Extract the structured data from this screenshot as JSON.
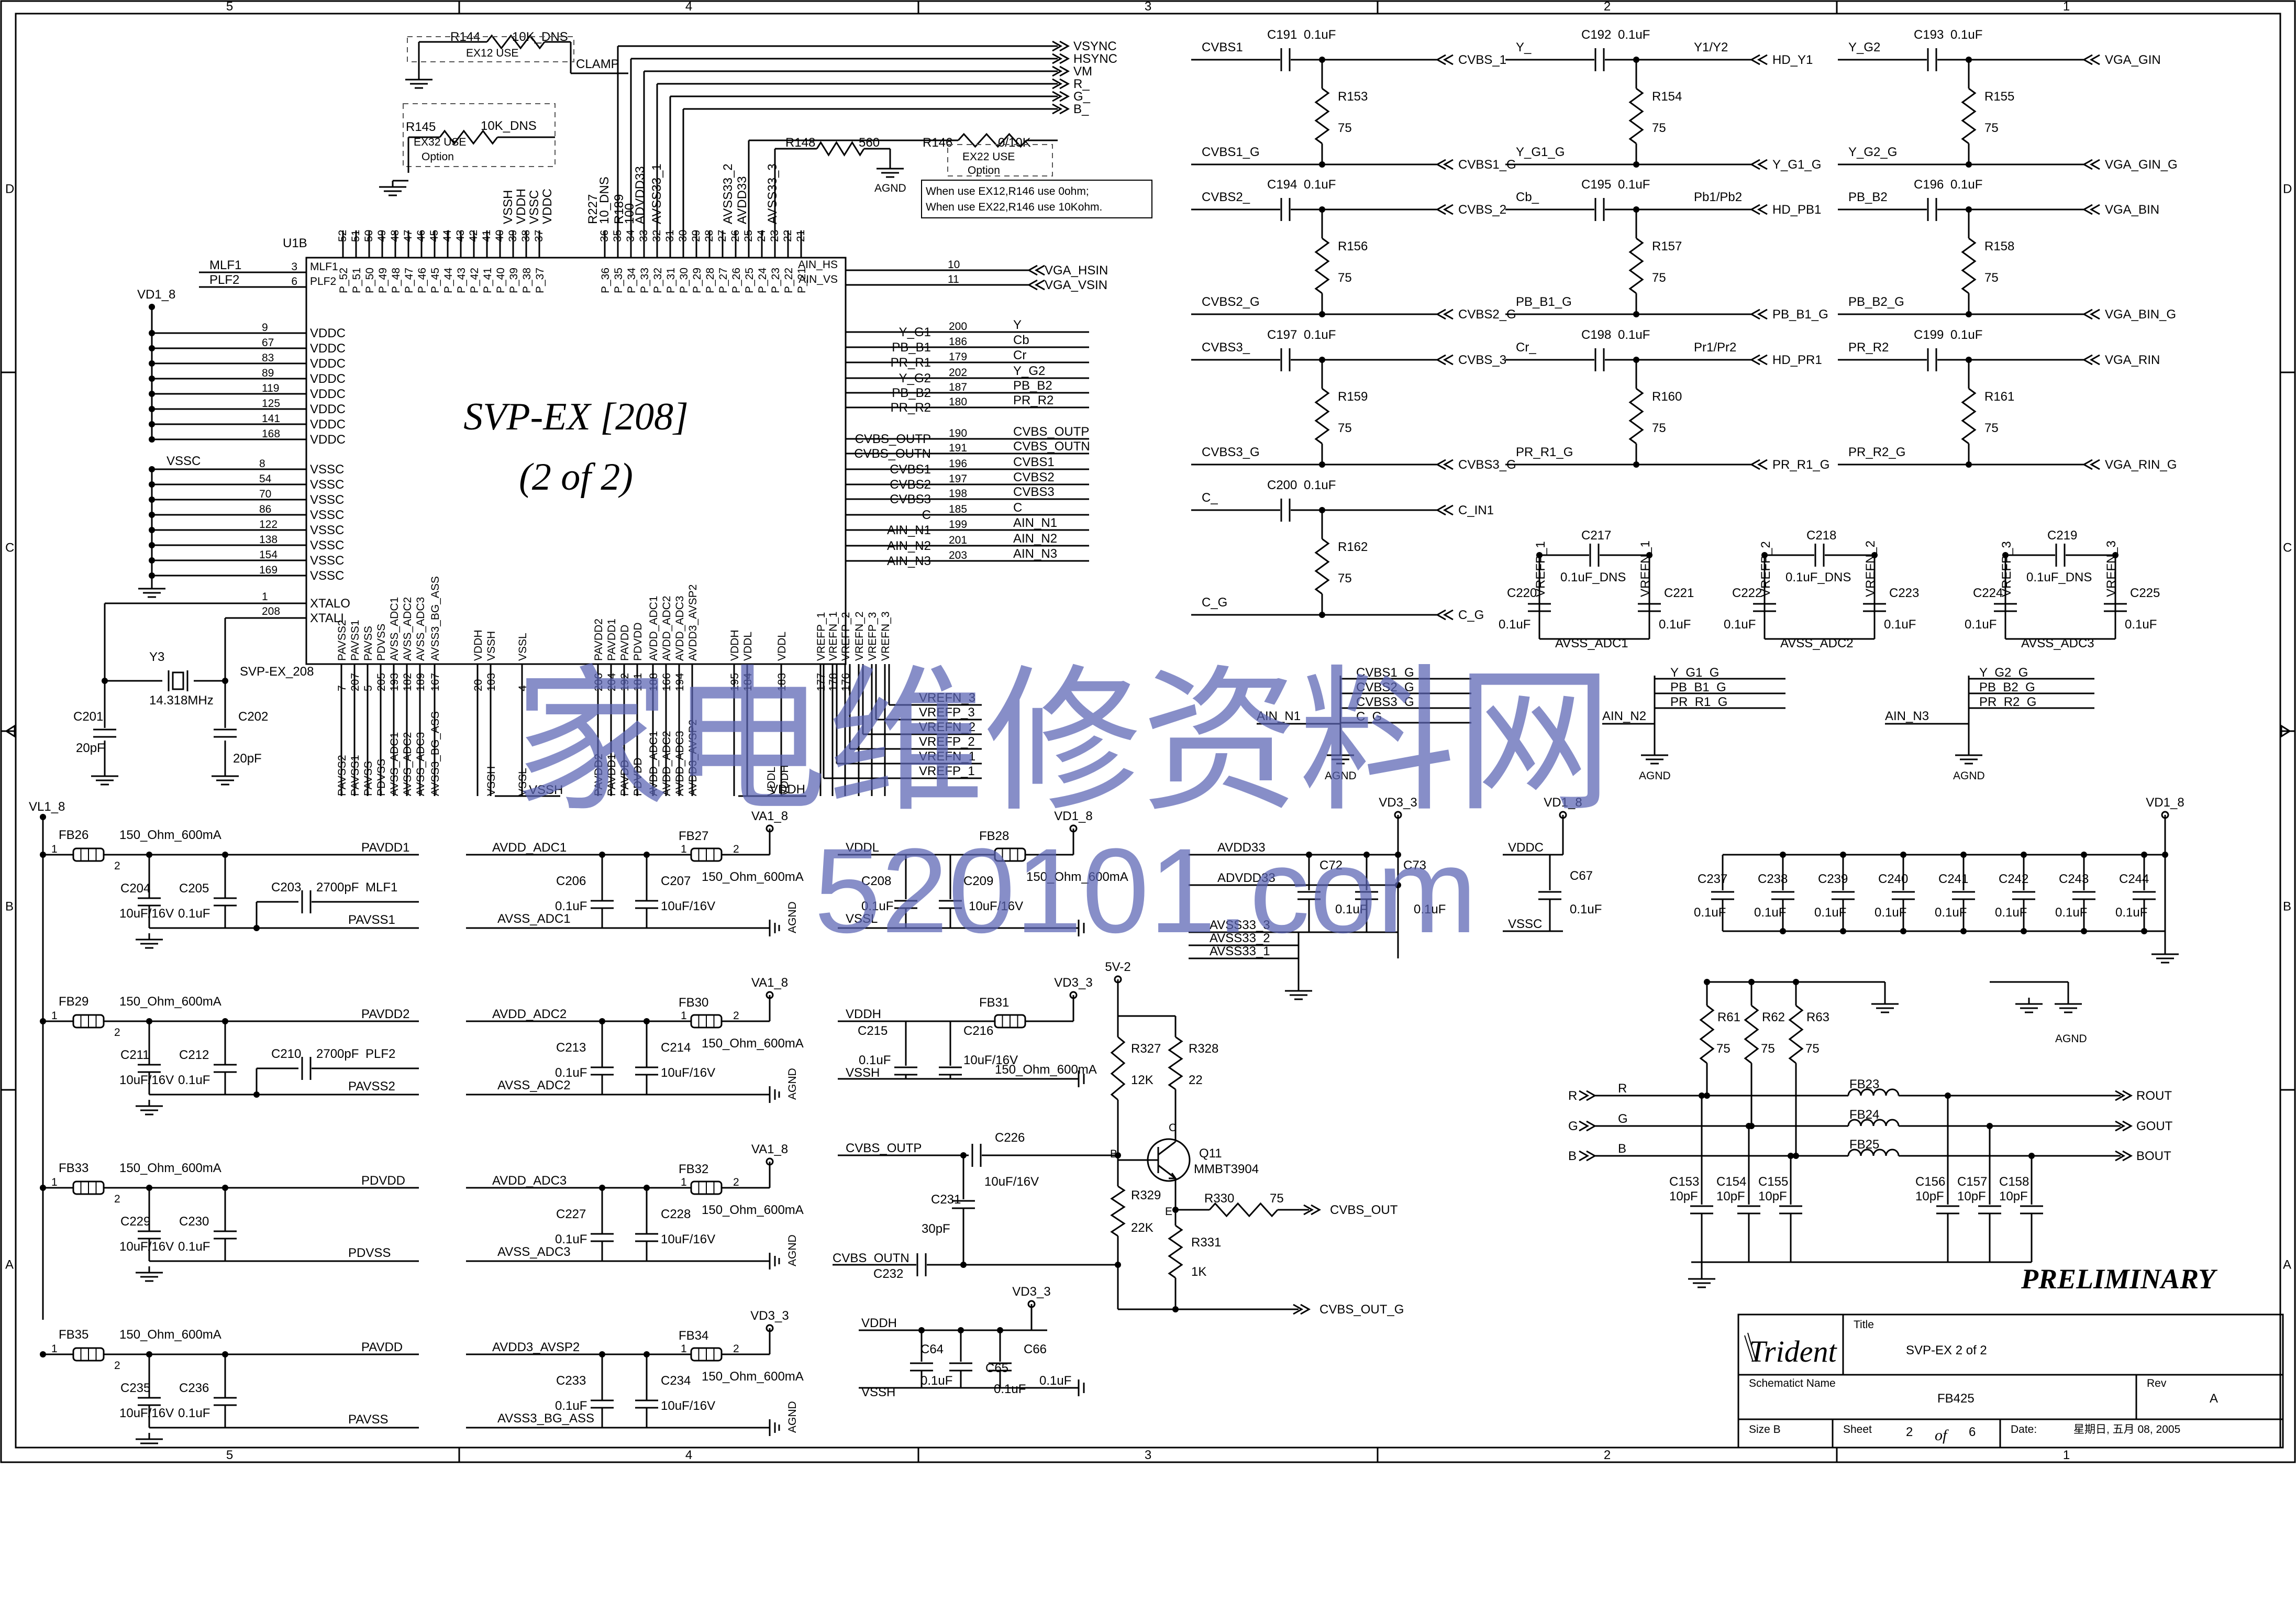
{
  "frame": {
    "col_markers": [
      "5",
      "4",
      "3",
      "2",
      "1"
    ],
    "row_markers": [
      "D",
      "C",
      "B",
      "A"
    ]
  },
  "chip": {
    "ref": "U1B",
    "title": "SVP-EX [208]",
    "subtitle": "(2 of 2)",
    "part": "SVP-EX_208",
    "left_top": [
      {
        "pin": "3",
        "name": "MLF1",
        "net": "MLF1"
      },
      {
        "pin": "6",
        "name": "PLF2",
        "net": "PLF2"
      }
    ],
    "vd_net": "VD1_8",
    "vddc_pins": [
      "9",
      "67",
      "83",
      "89",
      "119",
      "125",
      "141",
      "168"
    ],
    "vddc_name": "VDDC",
    "vss_net": "VSSC",
    "vssc_pins": [
      "8",
      "54",
      "70",
      "86",
      "122",
      "138",
      "154",
      "169"
    ],
    "vssc_name": "VSSC",
    "xtal": [
      {
        "pin": "1",
        "name": "XTALO"
      },
      {
        "pin": "208",
        "name": "XTALI"
      }
    ],
    "top_pins_a": [
      "52",
      "51",
      "50",
      "49",
      "48",
      "47",
      "46",
      "45",
      "44",
      "43",
      "42",
      "41",
      "40",
      "39",
      "38",
      "37"
    ],
    "top_names_a": [
      "P_52",
      "P_51",
      "P_50",
      "P_49",
      "P_48",
      "P_47",
      "P_46",
      "P_45",
      "P_44",
      "P_43",
      "P_42",
      "P_41",
      "P_40",
      "P_39",
      "P_38",
      "P_37"
    ],
    "top_pins_b": [
      "36",
      "35",
      "34",
      "33",
      "32",
      "31",
      "30",
      "29",
      "28",
      "27",
      "26",
      "25",
      "24",
      "23",
      "22",
      "21"
    ],
    "top_names_b": [
      "P_36",
      "P_35",
      "P_34",
      "P_33",
      "P_32",
      "P_31",
      "P_30",
      "P_29",
      "P_28",
      "P_27",
      "P_26",
      "P_25",
      "P_24",
      "P_23",
      "P_22",
      "P_21"
    ],
    "top_nets": [
      "VSSH",
      "VDDH",
      "VSSC",
      "VDDC",
      "R227",
      "10_DNS",
      "ADVDD33",
      "R189",
      "100",
      "AVSS33_1",
      "AVSS33_2",
      "AVDD33",
      "AVSS33_3"
    ],
    "right_top": [
      {
        "pin": "10",
        "name": "AIN_HS",
        "net": "VGA_HSIN"
      },
      {
        "pin": "11",
        "name": "AIN_VS",
        "net": "VGA_VSIN"
      }
    ],
    "right_pins": [
      {
        "pin": "200",
        "name": "Y_G1",
        "net": "Y"
      },
      {
        "pin": "186",
        "name": "PB_B1",
        "net": "Cb"
      },
      {
        "pin": "179",
        "name": "PR_R1",
        "net": "Cr"
      },
      {
        "pin": "202",
        "name": "Y_G2",
        "net": "Y_G2"
      },
      {
        "pin": "187",
        "name": "PB_B2",
        "net": "PB_B2"
      },
      {
        "pin": "180",
        "name": "PR_R2",
        "net": "PR_R2"
      },
      {
        "pin": "190",
        "name": "CVBS_OUTP",
        "net": "CVBS_OUTP"
      },
      {
        "pin": "191",
        "name": "CVBS_OUTN",
        "net": "CVBS_OUTN"
      },
      {
        "pin": "196",
        "name": "CVBS1",
        "net": "CVBS1"
      },
      {
        "pin": "197",
        "name": "CVBS2",
        "net": "CVBS2"
      },
      {
        "pin": "198",
        "name": "CVBS3",
        "net": "CVBS3"
      },
      {
        "pin": "185",
        "name": "C",
        "net": "C"
      },
      {
        "pin": "199",
        "name": "AIN_N1",
        "net": "AIN_N1"
      },
      {
        "pin": "201",
        "name": "AIN_N2",
        "net": "AIN_N2"
      },
      {
        "pin": "203",
        "name": "AIN_N3",
        "net": "AIN_N3"
      }
    ],
    "bottom_names": [
      "PAVSS2",
      "PAVSS1",
      "PAVSS",
      "PDVSS",
      "AVSS_ADC1",
      "AVSS_ADC2",
      "AVSS_ADC3",
      "AVSS3_BG_ASS",
      "VDDH",
      "VSSH",
      "VSSL",
      "PAVDD2",
      "PAVDD1",
      "PAVDD",
      "PDVDD",
      "AVDD_ADC1",
      "AVDD_ADC2",
      "AVDD_ADC3",
      "AVDD3_AVSP2",
      "VDDH",
      "VDDL",
      "VDDL",
      "VREFP_1",
      "VREFN_1",
      "VREFP_2",
      "VREFN_2",
      "VREFP_3",
      "VREFN_3"
    ],
    "bottom_pins": [
      "7",
      "207",
      "5",
      "205",
      "193",
      "182",
      "189",
      "167",
      "20",
      "103",
      "4",
      "206",
      "204",
      "192",
      "181",
      "188",
      "166",
      "194",
      "195",
      "184",
      "183",
      "177",
      "178",
      "176"
    ],
    "bottom_nets": [
      "PAVSS2",
      "PAVSS1",
      "PAVSS",
      "PDVSS",
      "AVSS_ADC1",
      "AVSS_ADC2",
      "AVSS_ADC3",
      "AVSS3_BG_ASS",
      "VSSH",
      "VSSL",
      "PAVDD2",
      "PAVDD1",
      "PAVDD",
      "PDVDD",
      "AVDD_ADC1",
      "AVDD_ADC2",
      "AVDD_ADC3",
      "AVDD3_AVSP2",
      "VDDL",
      "VDDH",
      "VREFN_3",
      "VREFP_3",
      "VREFN_2",
      "VREFP_2",
      "VREFN_1",
      "VREFP_1"
    ]
  },
  "top_left": {
    "r144": "R144",
    "r144_val": "10K_DNS",
    "ex12": "EX12 USE",
    "clamp": "CLAMP",
    "r145": "R145",
    "r145_val": "10K_DNS",
    "ex32": "EX32 USE",
    "opt1": "Option",
    "vsync": "VSYNC",
    "hsync": "HSYNC",
    "vm": "VM",
    "r_": "R_",
    "g_": "G_",
    "b_": "B_",
    "r148": "R148",
    "r148_val": "560",
    "agnd": "AGND",
    "r146": "R146",
    "r146_val": "0/10K",
    "ex22": "EX22 USE",
    "opt2": "Option",
    "note1": "When use EX12,R146 use 0ohm;",
    "note2": "When use EX22,R146 use 10Kohm."
  },
  "inputs": [
    {
      "cap": "C191",
      "cval": "0.1uF",
      "in": "CVBS1",
      "out": "CVBS_1",
      "res": "R153",
      "rval": "75",
      "gin": "CVBS1_G",
      "gout": "CVBS1_G"
    },
    {
      "cap": "C192",
      "cval": "0.1uF",
      "in": "Y_",
      "mid": "Y1/Y2",
      "out": "HD_Y1",
      "res": "R154",
      "rval": "75",
      "gin": "Y_G1_G",
      "gout": "Y_G1_G"
    },
    {
      "cap": "C193",
      "cval": "0.1uF",
      "in": "Y_G2",
      "out": "VGA_GIN",
      "res": "R155",
      "rval": "75",
      "gin": "Y_G2_G",
      "gout": "VGA_GIN_G"
    },
    {
      "cap": "C194",
      "cval": "0.1uF",
      "in": "CVBS2_",
      "out": "CVBS_2",
      "res": "R156",
      "rval": "75",
      "gin": "CVBS2_G",
      "gout": "CVBS2_G"
    },
    {
      "cap": "C195",
      "cval": "0.1uF",
      "in": "Cb_",
      "mid": "Pb1/Pb2",
      "out": "HD_PB1",
      "res": "R157",
      "rval": "75",
      "gin": "PB_B1_G",
      "gout": "PB_B1_G"
    },
    {
      "cap": "C196",
      "cval": "0.1uF",
      "in": "PB_B2",
      "out": "VGA_BIN",
      "res": "R158",
      "rval": "75",
      "gin": "PB_B2_G",
      "gout": "VGA_BIN_G"
    },
    {
      "cap": "C197",
      "cval": "0.1uF",
      "in": "CVBS3_",
      "out": "CVBS_3",
      "res": "R159",
      "rval": "75",
      "gin": "CVBS3_G",
      "gout": "CVBS3_G"
    },
    {
      "cap": "C198",
      "cval": "0.1uF",
      "in": "Cr_",
      "mid": "Pr1/Pr2",
      "out": "HD_PR1",
      "res": "R160",
      "rval": "75",
      "gin": "PR_R1_G",
      "gout": "PR_R1_G"
    },
    {
      "cap": "C199",
      "cval": "0.1uF",
      "in": "PR_R2",
      "out": "VGA_RIN",
      "res": "R161",
      "rval": "75",
      "gin": "PR_R2_G",
      "gout": "VGA_RIN_G"
    },
    {
      "cap": "C200",
      "cval": "0.1uF",
      "in": "C_",
      "out": "C_IN1",
      "res": "R162",
      "rval": "75",
      "gin": "C_G",
      "gout": "C_G"
    }
  ],
  "vref": [
    {
      "p": "VREFP_1",
      "n": "VREFN_1",
      "c1": "C217",
      "c1v": "0.1uF_DNS",
      "c2": "C220",
      "c3": "C221",
      "cv": "0.1uF",
      "gnd": "AVSS_ADC1"
    },
    {
      "p": "VREFP_2",
      "n": "VREFN_2",
      "c1": "C218",
      "c1v": "0.1uF_DNS",
      "c2": "C222",
      "c3": "C223",
      "cv": "0.1uF",
      "gnd": "AVSS_ADC2"
    },
    {
      "p": "VREFP_3",
      "n": "VREFN_3",
      "c1": "C219",
      "c1v": "0.1uF_DNS",
      "c2": "C224",
      "c3": "C225",
      "cv": "0.1uF",
      "gnd": "AVSS_ADC3"
    }
  ],
  "ain": [
    {
      "net": "AIN_N1",
      "labels": [
        "CVBS1_G",
        "CVBS2_G",
        "CVBS3_G",
        "C_G"
      ]
    },
    {
      "net": "AIN_N2",
      "labels": [
        "Y_G1_G",
        "PB_B1_G",
        "PR_R1_G"
      ]
    },
    {
      "net": "AIN_N3",
      "labels": [
        "Y_G2_G",
        "PB_B2_G",
        "PR_R2_G"
      ]
    }
  ],
  "crystal": {
    "ref": "Y3",
    "freq": "14.318MHz",
    "c1": "C201",
    "c1v": "20pF",
    "c2": "C202",
    "c2v": "20pF"
  },
  "power_left": [
    {
      "fb": "FB26",
      "fbv": "150_Ohm_600mA",
      "net": "PAVDD1",
      "c1": "C204",
      "c1v": "10uF/16V",
      "c2": "C205",
      "c2v": "0.1uF",
      "c3": "C203",
      "c3v": "2700pF",
      "lf": "MLF1",
      "gnd": "PAVSS1"
    },
    {
      "fb": "FB29",
      "fbv": "150_Ohm_600mA",
      "net": "PAVDD2",
      "c1": "C211",
      "c1v": "10uF/16V",
      "c2": "C212",
      "c2v": "0.1uF",
      "c3": "C210",
      "c3v": "2700pF",
      "lf": "PLF2",
      "gnd": "PAVSS2"
    },
    {
      "fb": "FB33",
      "fbv": "150_Ohm_600mA",
      "net": "PDVDD",
      "c1": "C229",
      "c1v": "10uF/16V",
      "c2": "C230",
      "c2v": "0.1uF",
      "gnd": "PDVSS"
    },
    {
      "fb": "FB35",
      "fbv": "150_Ohm_600mA",
      "net": "PAVDD",
      "c1": "C235",
      "c1v": "10uF/16V",
      "c2": "C236",
      "c2v": "0.1uF",
      "gnd": "PAVSS"
    }
  ],
  "vl_net": "VL1_8",
  "power_mid": [
    {
      "net": "AVDD_ADC1",
      "rail": "VA1_8",
      "fb": "FB27",
      "fbv": "150_Ohm_600mA",
      "c1": "C206",
      "c1v": "0.1uF",
      "c2": "C207",
      "c2v": "10uF/16V",
      "gnd": "AVSS_ADC1"
    },
    {
      "net": "AVDD_ADC2",
      "rail": "VA1_8",
      "fb": "FB30",
      "fbv": "150_Ohm_600mA",
      "c1": "C213",
      "c1v": "0.1uF",
      "c2": "C214",
      "c2v": "10uF/16V",
      "gnd": "AVSS_ADC2"
    },
    {
      "net": "AVDD_ADC3",
      "rail": "VA1_8",
      "fb": "FB32",
      "fbv": "150_Ohm_600mA",
      "c1": "C227",
      "c1v": "0.1uF",
      "c2": "C228",
      "c2v": "10uF/16V",
      "gnd": "AVSS_ADC3"
    },
    {
      "net": "AVDD3_AVSP2",
      "rail": "VD3_3",
      "fb": "FB34",
      "fbv": "150_Ohm_600mA",
      "c1": "C233",
      "c1v": "0.1uF",
      "c2": "C234",
      "c2v": "10uF/16V",
      "gnd": "AVSS3_BG_ASS"
    }
  ],
  "power_mid2": {
    "vddl": "VDDL",
    "fb28": "FB28",
    "fb28_rail": "VD1_8",
    "fb28v": "150_Ohm_600mA",
    "c208": "C208",
    "c208v": "0.1uF",
    "c209": "C209",
    "c209v": "10uF/16V",
    "vssl": "VSSL",
    "vddh": "VDDH",
    "fb31": "FB31",
    "fb31_rail": "VD3_3",
    "fb31v": "150_Ohm_600mA",
    "c215": "C215",
    "c215v": "0.1uF",
    "c216": "C216",
    "c216v": "10uF/16V",
    "vssh": "VSSH",
    "vddh2": "VDDH",
    "rail3": "VD3_3",
    "c64": "C64",
    "c64v": "0.1uF",
    "c65": "C65",
    "c65v": "0.1uF",
    "c66": "C66",
    "c66v": "0.1uF",
    "vssh2": "VSSH"
  },
  "cvbs_out": {
    "rail": "5V-2",
    "r327": "R327",
    "r327v": "12K",
    "r328": "R328",
    "r328v": "22",
    "q": "Q11",
    "qpart": "MMBT3904",
    "inp": "CVBS_OUTP",
    "c226": "C226",
    "c226v": "10uF/16V",
    "c231": "C231",
    "c231v": "30pF",
    "r329": "R329",
    "r329v": "22K",
    "r330": "R330",
    "r330v": "75",
    "out": "CVBS_OUT",
    "r331": "R331",
    "r331v": "1K",
    "outn": "CVBS_OUTN",
    "c232": "C232",
    "outg": "CVBS_OUT_G"
  },
  "advdd": {
    "rail": "VD3_3",
    "net1": "AVDD33",
    "net2": "ADVDD33",
    "c72": "C72",
    "c73": "C73",
    "cv": "0.1uF",
    "gnd": [
      "AVSS33_3",
      "AVSS33_2",
      "AVSS33_1"
    ],
    "rail2": "VD1_8",
    "vddc": "VDDC",
    "c67": "C67",
    "c67v": "0.1uF",
    "vssc": "VSSC"
  },
  "decap": {
    "rail": "VD1_8",
    "caps": [
      "C237",
      "C238",
      "C239",
      "C240",
      "C241",
      "C242",
      "C243",
      "C244"
    ],
    "val": "0.1uF"
  },
  "rgb": {
    "r61": "R61",
    "r62": "R62",
    "r63": "R63",
    "rv": "75",
    "in": [
      "R",
      "G",
      "B"
    ],
    "fbs": [
      "FB23",
      "FB24",
      "FB25"
    ],
    "out": [
      "ROUT",
      "GOUT",
      "BOUT"
    ],
    "caps": [
      {
        "c": "C153",
        "v": "10pF"
      },
      {
        "c": "C154",
        "v": "10pF"
      },
      {
        "c": "C155",
        "v": "10pF"
      },
      {
        "c": "C156",
        "v": "10pF"
      },
      {
        "c": "C157",
        "v": "10pF"
      },
      {
        "c": "C158",
        "v": "10pF"
      }
    ],
    "agnd": "AGND"
  },
  "title_block": {
    "preliminary": "PRELIMINARY",
    "logo": "Trident",
    "title_label": "Title",
    "title": "SVP-EX 2 of 2",
    "sname_label": "Schematict Name",
    "sname": "FB425",
    "rev_label": "Rev",
    "rev": "A",
    "size_label": "Size B",
    "sheet_label": "Sheet",
    "sheet": "2",
    "of": "of",
    "total": "6",
    "date_label": "Date:",
    "date": "星期日, 五月 08, 2005"
  },
  "watermark": {
    "cn": "家电维修资料网",
    "url": "520101.com"
  }
}
